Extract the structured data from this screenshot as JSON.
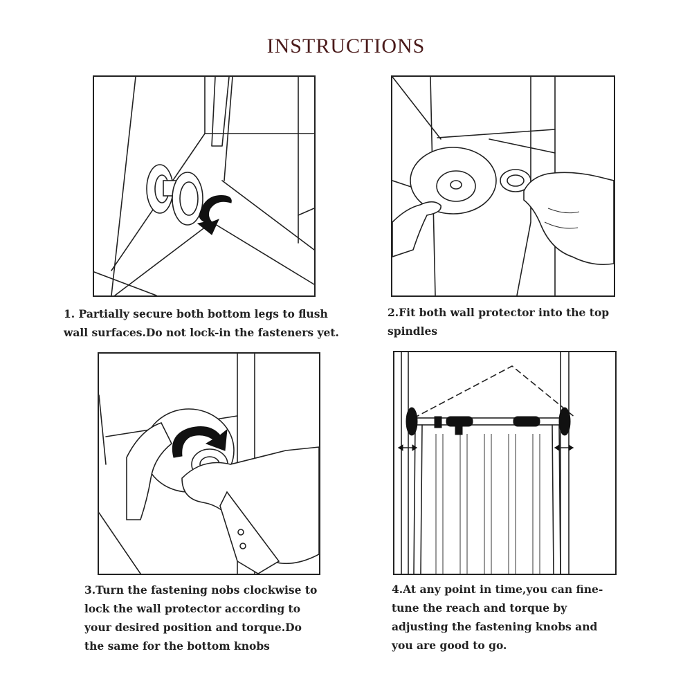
{
  "title": "INSTRUCTIONS",
  "steps": [
    {
      "lines": [
        "1. Partially secure both bottom legs to flush",
        "wall surfaces.Do not lock-in the fasteners yet."
      ]
    },
    {
      "lines": [
        "2.Fit both wall protector into the top",
        "spindles"
      ]
    },
    {
      "lines": [
        "3.Turn the fastening nobs clockwise to",
        "lock the wall protector according to",
        "your desired position and torque.Do",
        "the same for the bottom knobs"
      ]
    },
    {
      "lines": [
        "4.At any point in time,you can fine-",
        "tune the reach and torque by",
        "adjusting the fastening knobs and",
        "you are good to go."
      ]
    }
  ],
  "icons": [
    "clockwise-arrow-icon",
    "double-arrow-icon"
  ]
}
